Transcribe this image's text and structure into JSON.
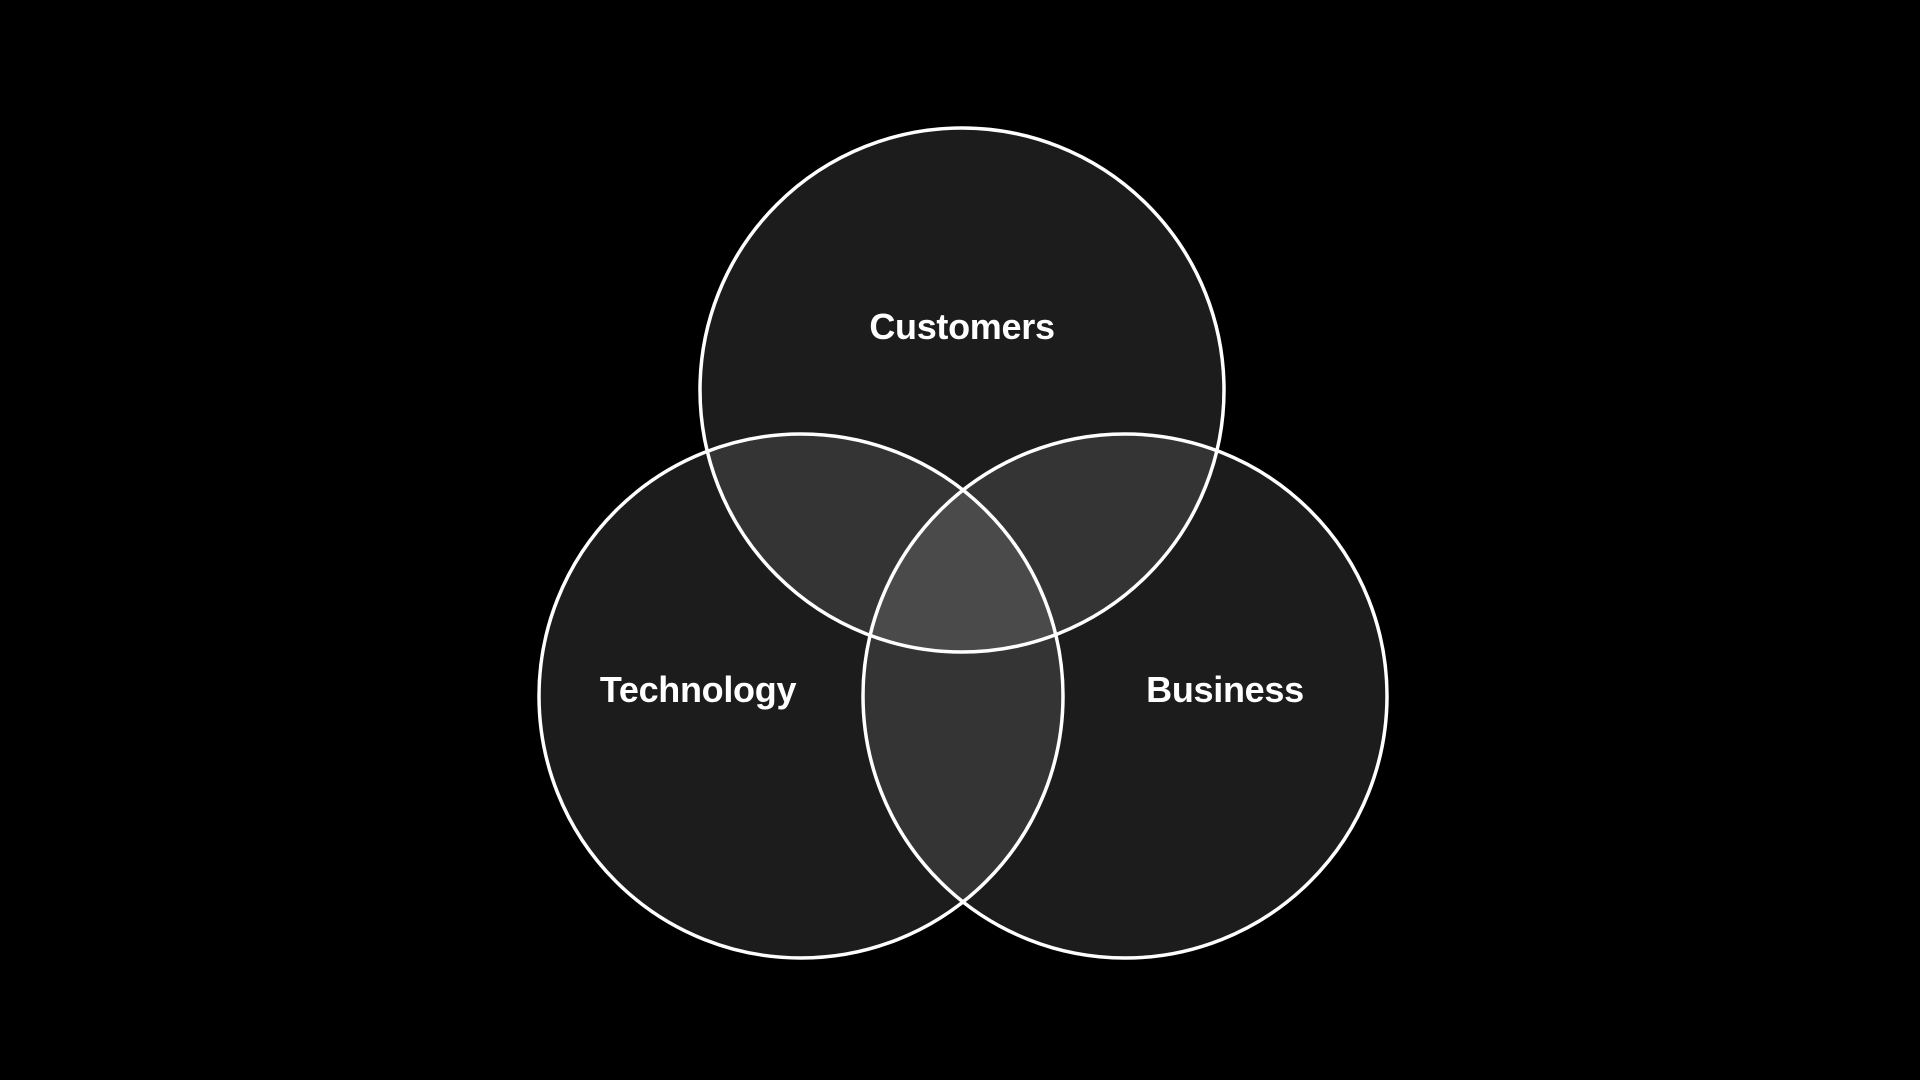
{
  "diagram": {
    "type": "venn",
    "sets": [
      {
        "id": "customers",
        "label": "Customers",
        "position": "top"
      },
      {
        "id": "technology",
        "label": "Technology",
        "position": "bottom-left"
      },
      {
        "id": "business",
        "label": "Business",
        "position": "bottom-right"
      }
    ],
    "overlaps": [
      {
        "between": [
          "customers",
          "technology"
        ]
      },
      {
        "between": [
          "customers",
          "business"
        ]
      },
      {
        "between": [
          "technology",
          "business"
        ]
      },
      {
        "between": [
          "customers",
          "technology",
          "business"
        ]
      }
    ],
    "colors": {
      "background": "#000000",
      "circle_fill": "rgba(255,255,255,0.11)",
      "circle_outline": "#ffffff",
      "label_text": "#ffffff",
      "single_region_rendered": "#1c1c1c",
      "double_overlap_rendered": "#353535",
      "triple_overlap_rendered": "#4b4b4b"
    }
  }
}
